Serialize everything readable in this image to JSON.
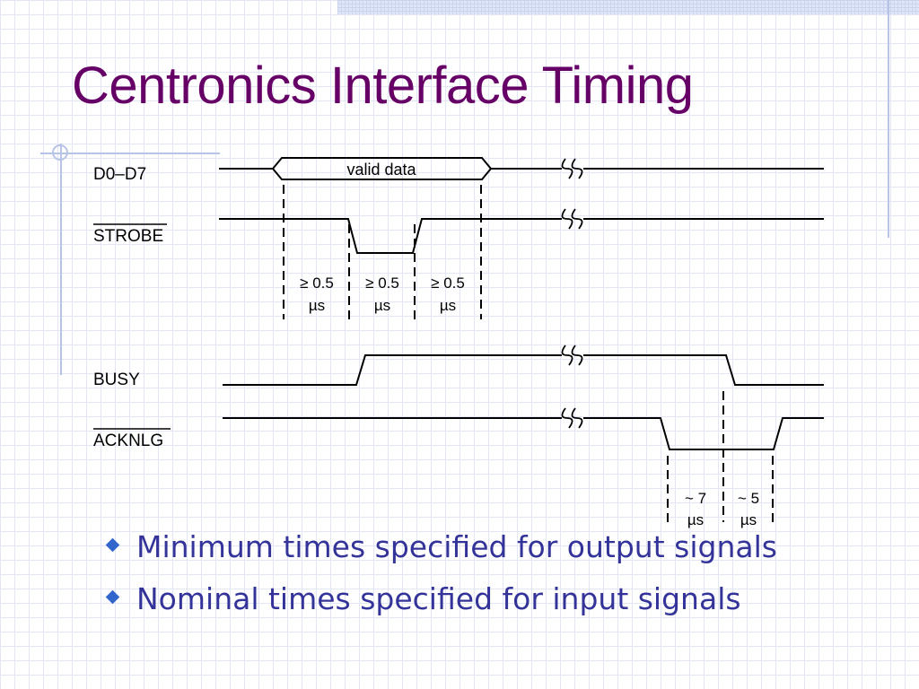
{
  "title": "Centronics Interface Timing",
  "diagram": {
    "signals": {
      "d0_d7": "D0–D7",
      "strobe": "STROBE",
      "busy": "BUSY",
      "acknlg": "ACKNLG"
    },
    "valid_data": "valid data",
    "timings": [
      {
        "line1": "≥ 0.5",
        "line2": "µs"
      },
      {
        "line1": "≥ 0.5",
        "line2": "µs"
      },
      {
        "line1": "≥ 0.5",
        "line2": "µs"
      },
      {
        "line1": "~ 7",
        "line2": "µs"
      },
      {
        "line1": "~ 5",
        "line2": "µs"
      }
    ]
  },
  "bullets": [
    {
      "text": "Minimum times specified for output signals"
    },
    {
      "text": "Nominal times specified for input signals"
    }
  ],
  "colors": {
    "title": "#660066",
    "bullet_text": "#333399",
    "bullet_marker": "#3366cc",
    "diagram_ink": "#000000"
  }
}
